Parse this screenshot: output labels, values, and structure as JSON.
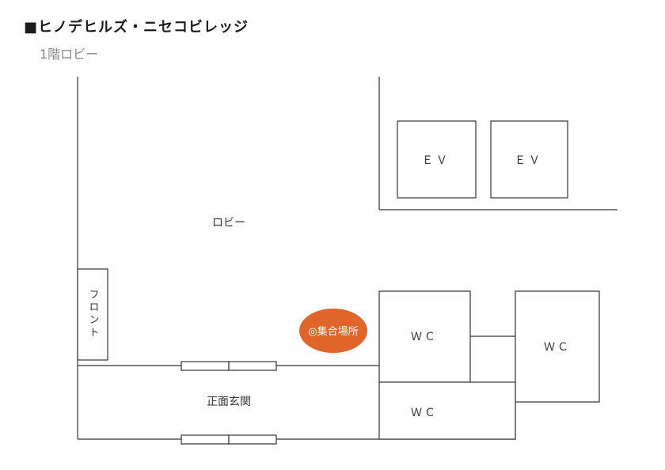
{
  "header": {
    "title": "■ヒノデヒルズ・ニセコビレッジ",
    "subtitle": "1階ロビー"
  },
  "floor_plan": {
    "lobby_label": "ロビー",
    "elevators": [
      {
        "label": "ＥＶ"
      },
      {
        "label": "ＥＶ"
      }
    ],
    "front_desk_label": "フロント",
    "meeting_point_label": "◎集合場所",
    "entrance_label": "正面玄関",
    "restrooms": [
      {
        "label": "ＷＣ"
      },
      {
        "label": "ＷＣ"
      },
      {
        "label": "ＷＣ"
      }
    ],
    "colors": {
      "walls": "#333333",
      "meeting_point": "#e0652a"
    }
  }
}
